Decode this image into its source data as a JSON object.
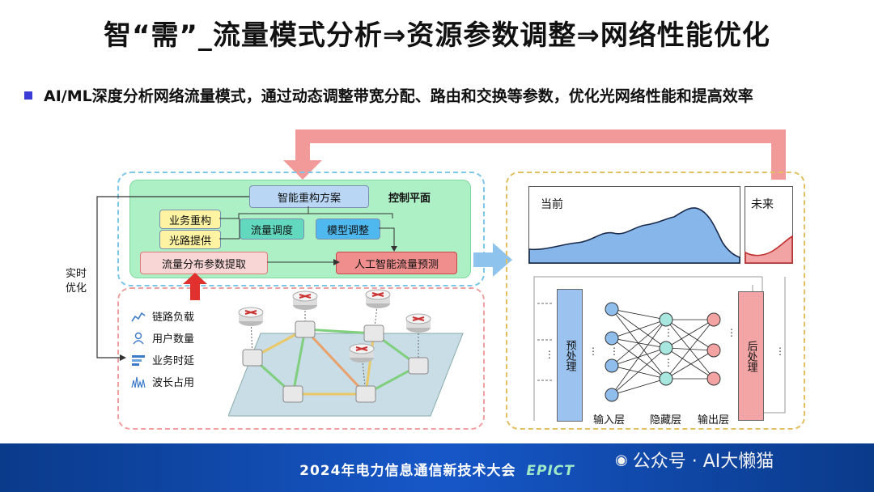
{
  "title": "智“需”_流量模式分析⇒资源参数调整⇒网络性能优化",
  "bullet": "AI/ML深度分析网络流量模式，通过动态调整带宽分配、路由和交换等参数，优化光网络性能和提高效率",
  "control": {
    "plane_label": "控制平面",
    "smart_scheme": "智能重构方案",
    "business_reconfig": "业务重构",
    "lightpath_provision": "光路提供",
    "traffic_schedule": "流量调度",
    "model_adjust": "模型调整",
    "flow_param_extract": "流量分布参数提取",
    "ai_flow_predict": "人工智能流量预测"
  },
  "realtime_opt": "实时\n优化",
  "metrics": [
    "链路负载",
    "用户数量",
    "业务时延",
    "波长占用"
  ],
  "nn": {
    "current": "当前",
    "future": "未来",
    "preprocess": "预处理",
    "postprocess": "后处理",
    "input_layer": "输入层",
    "hidden_layer": "隐藏层",
    "output_layer": "输出层"
  },
  "footer": {
    "conference": "2024年电力信息通信新技术大会",
    "logo": "EPICT",
    "watermark": "公众号 · AI大懒猫"
  },
  "colors": {
    "accent_red": "#f07a7a",
    "control_bg": "#aef0c6",
    "nn_blue": "#9cc3ef",
    "nn_red": "#f3a4a4",
    "footer_blue": "#1657c8"
  }
}
